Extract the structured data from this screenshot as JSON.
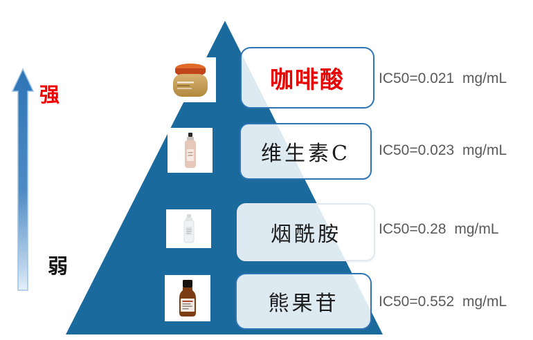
{
  "diagram": {
    "axis": {
      "strong_label": "强",
      "weak_label": "弱"
    },
    "rows": [
      {
        "name": "咖啡酸",
        "ic50": "IC50=0.021 mg/mL",
        "highlight": true,
        "product_icon": "cream-jar"
      },
      {
        "name": "维生素C",
        "ic50": "IC50=0.023 mg/mL",
        "highlight": false,
        "product_icon": "serum-dropper-bottle"
      },
      {
        "name": "烟酰胺",
        "ic50": "IC50=0.28 mg/mL",
        "highlight": false,
        "product_icon": "white-dropper-bottle"
      },
      {
        "name": "熊果苷",
        "ic50": "IC50=0.552 mg/mL",
        "highlight": false,
        "product_icon": "amber-essence-bottle"
      }
    ],
    "colors": {
      "pyramid": "#1B6A9D",
      "box_border": "#2E75B6",
      "highlight_text": "#E60000",
      "strong_label_text": "#F00000",
      "weak_label_text": "#141414",
      "ic50_text": "#595959",
      "arrow_top": "#2E74B5",
      "arrow_bottom": "#E6F0FA"
    }
  }
}
